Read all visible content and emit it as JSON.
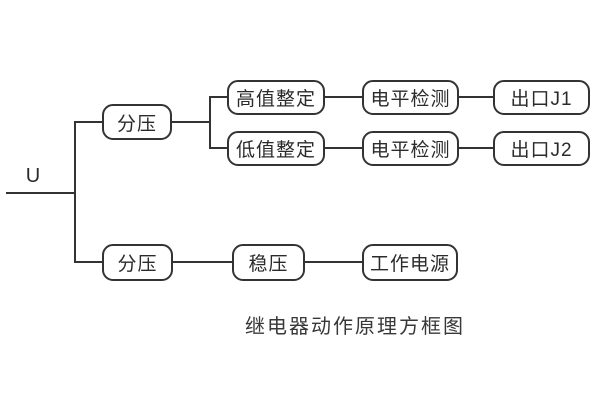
{
  "diagram": {
    "title_caption": "继电器动作原理方框图",
    "input_label": "U",
    "boxes": {
      "divider_top": "分压",
      "high_value_setting": "高值整定",
      "level_detect_high": "电平检测",
      "output_j1": "出口J1",
      "low_value_setting": "低值整定",
      "level_detect_low": "电平检测",
      "output_j2": "出口J2",
      "divider_bottom": "分压",
      "voltage_stabilizer": "稳压",
      "working_power": "工作电源"
    },
    "colors": {
      "line": "#333333",
      "text": "#2b2b2b",
      "background": "#ffffff"
    }
  }
}
